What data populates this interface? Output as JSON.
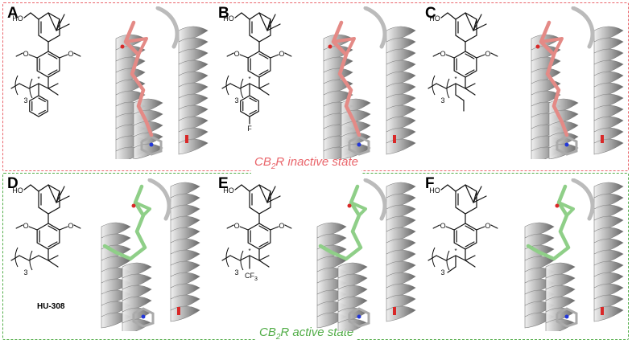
{
  "colors": {
    "inactive": "#e9646a",
    "active": "#52ad48",
    "ligand_inactive": "#e48a86",
    "ligand_active": "#8fcf88",
    "helix": "#a9a9a9",
    "nitrogen": "#2237d9",
    "oxygen": "#d92828",
    "fluorine": "#7fd6e6"
  },
  "states": {
    "inactive": {
      "prefix": "CB",
      "sub": "2",
      "suffix": "R inactive state"
    },
    "active": {
      "prefix": "CB",
      "sub": "2",
      "suffix": "R active state"
    }
  },
  "atoms": {
    "hydroxyl": "HO",
    "methoxy": "O",
    "fluorine": "F",
    "trifluoromethyl": "CF",
    "cf3_sub": "3",
    "chain_n": "3",
    "stereo": "*"
  },
  "panels": [
    {
      "letter": "A",
      "compound": "",
      "tail": "phenyl"
    },
    {
      "letter": "B",
      "compound": "",
      "tail": "fluorophenyl"
    },
    {
      "letter": "C",
      "compound": "",
      "tail": "propyl"
    },
    {
      "letter": "D",
      "compound": "HU-308",
      "tail": "none"
    },
    {
      "letter": "E",
      "compound": "",
      "tail": "cf3"
    },
    {
      "letter": "F",
      "compound": "",
      "tail": "ethyl"
    }
  ]
}
